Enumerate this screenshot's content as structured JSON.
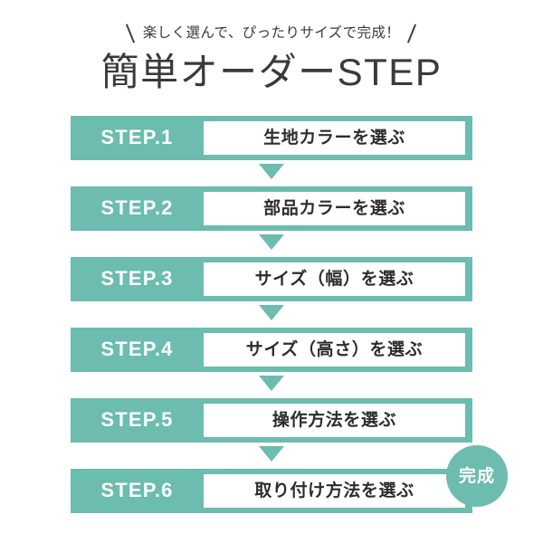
{
  "header": {
    "tagline": "楽しく選んで、ぴったりサイズで完成！",
    "slash_left": "＼",
    "slash_right": "／",
    "title": "簡単オーダーSTEP"
  },
  "steps": [
    {
      "label": "STEP.1",
      "text": "生地カラーを選ぶ"
    },
    {
      "label": "STEP.2",
      "text": "部品カラーを選ぶ"
    },
    {
      "label": "STEP.3",
      "text": "サイズ（幅）を選ぶ"
    },
    {
      "label": "STEP.4",
      "text": "サイズ（高さ）を選ぶ"
    },
    {
      "label": "STEP.5",
      "text": "操作方法を選ぶ"
    },
    {
      "label": "STEP.6",
      "text": "取り付け方法を選ぶ"
    }
  ],
  "badge": {
    "text": "完成"
  },
  "colors": {
    "accent": "#6cbcb0",
    "text_dark": "#2d2d2d",
    "title": "#3a3a3a",
    "panel": "#ffffff",
    "background": "#ffffff"
  }
}
